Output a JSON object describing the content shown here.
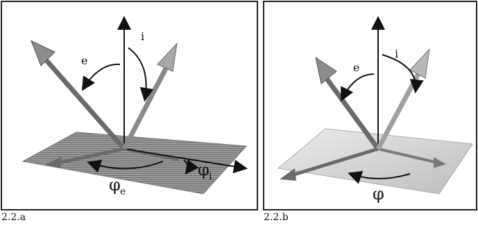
{
  "figure_a": {
    "caption": "2.2.a",
    "angle_labels": {
      "emission": "e",
      "incidence": "i",
      "azimuth_e": "φ",
      "azimuth_e_sub": "e",
      "azimuth_i": "φ",
      "azimuth_i_sub": "i"
    }
  },
  "figure_b": {
    "caption": "2.2.b",
    "angle_labels": {
      "emission": "e",
      "incidence": "i",
      "azimuth": "φ"
    }
  },
  "colors": {
    "border": "#222222",
    "plane_a": "#8a8a8a",
    "plane_b": "#c8c8c8",
    "arrow_shaft": "#7a7a7a",
    "axis": "#111111"
  }
}
